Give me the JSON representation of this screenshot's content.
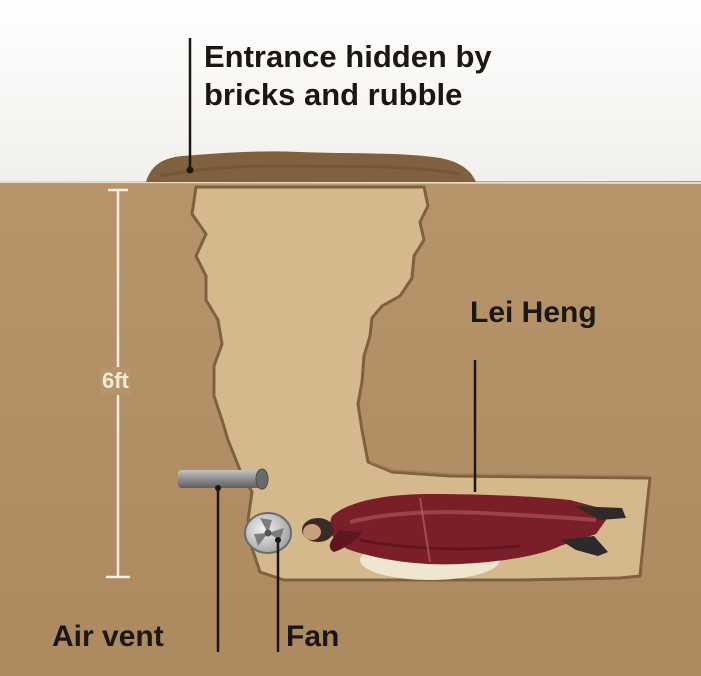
{
  "labels": {
    "entrance": [
      "Entrance hidden by",
      "bricks and rubble"
    ],
    "person": "Lei Heng",
    "vent": "Air vent",
    "fan": "Fan",
    "depth": "6ft"
  },
  "colors": {
    "sky": "#fafafa",
    "soil": "#b38f65",
    "soil_dark": "#a07c55",
    "tunnel": "#d6b98d",
    "tunnel_edge": "#8a6a46",
    "rubble": "#7a5a3a",
    "robe": "#7a1f2a",
    "robe_light": "#a83a44",
    "pipe": "#8c8c8c",
    "line": "#1b1713"
  },
  "icons": {
    "person": "lying-figure-icon",
    "fan": "fan-icon",
    "vent": "pipe-icon"
  }
}
